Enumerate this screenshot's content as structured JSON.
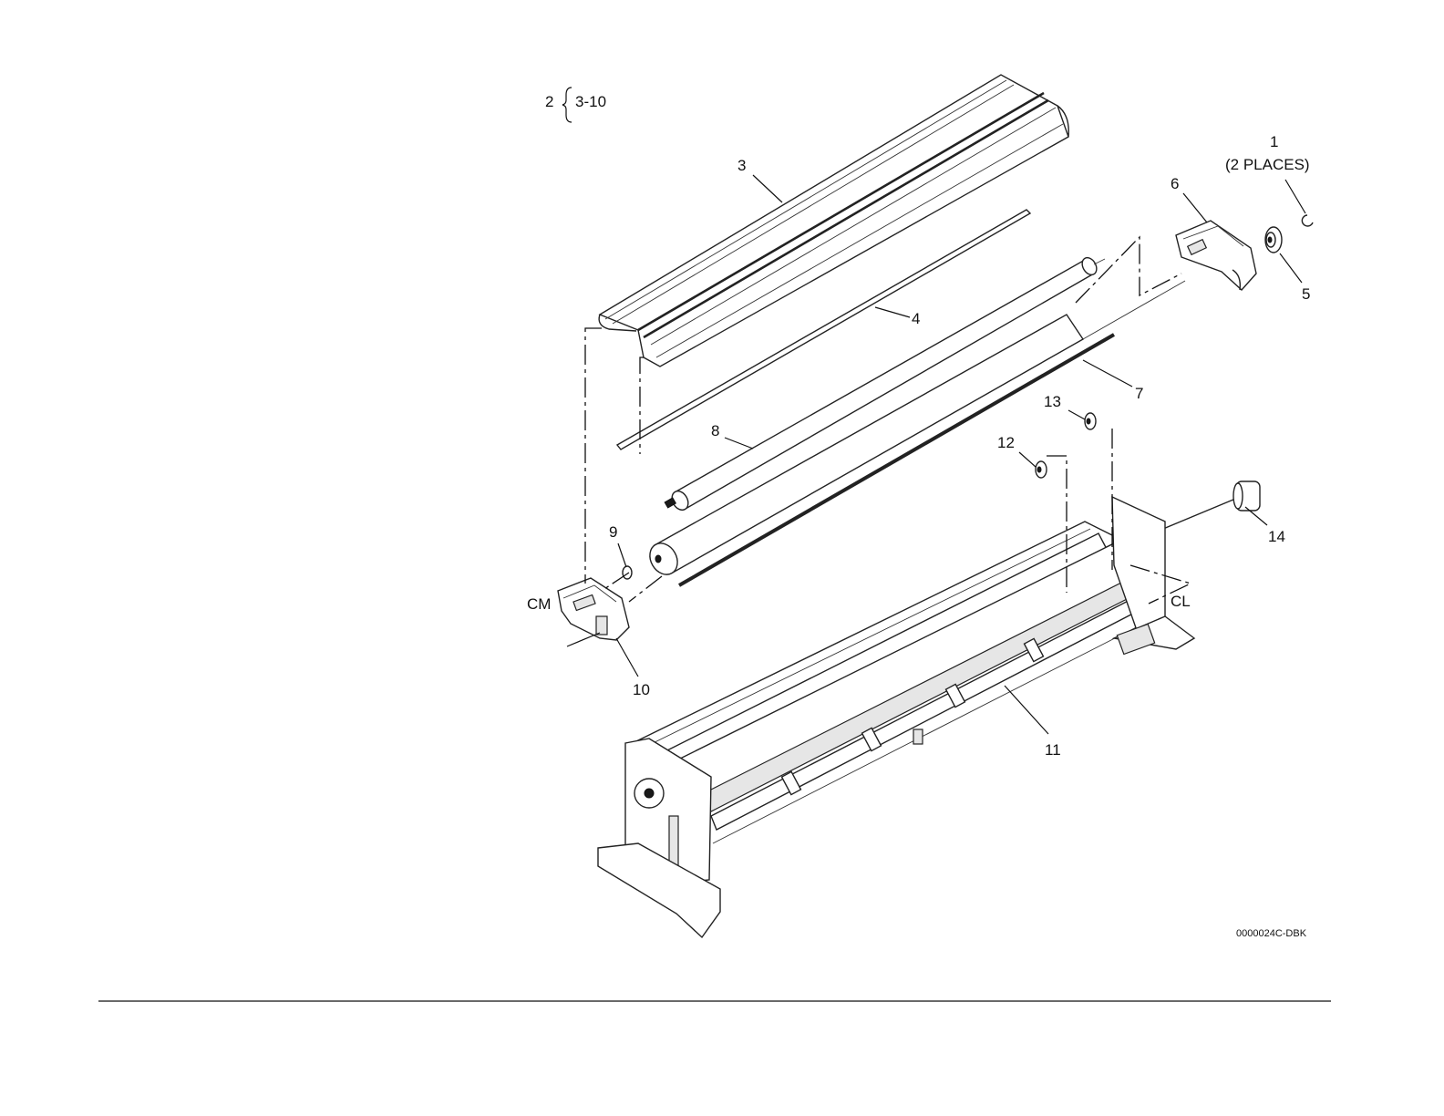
{
  "diagram": {
    "group_label": {
      "assembly": "2",
      "range": "3-10"
    },
    "callouts": [
      {
        "id": "callout-1",
        "label": "1",
        "note": "(2 PLACES)"
      },
      {
        "id": "callout-3",
        "label": "3"
      },
      {
        "id": "callout-4",
        "label": "4"
      },
      {
        "id": "callout-5",
        "label": "5"
      },
      {
        "id": "callout-6",
        "label": "6"
      },
      {
        "id": "callout-7",
        "label": "7"
      },
      {
        "id": "callout-8",
        "label": "8"
      },
      {
        "id": "callout-9",
        "label": "9"
      },
      {
        "id": "callout-10",
        "label": "10"
      },
      {
        "id": "callout-11",
        "label": "11"
      },
      {
        "id": "callout-12",
        "label": "12"
      },
      {
        "id": "callout-13",
        "label": "13"
      },
      {
        "id": "callout-14",
        "label": "14"
      }
    ],
    "side_labels": {
      "left": "CM",
      "right": "CL"
    },
    "figure_id": "0000024C-DBK"
  }
}
